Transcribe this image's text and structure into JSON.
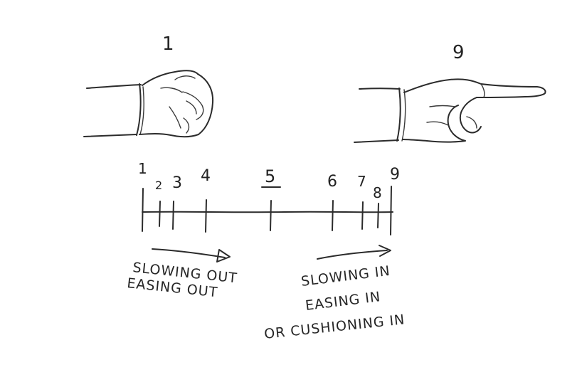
{
  "hands": {
    "start_frame": "1",
    "end_frame": "9"
  },
  "timeline": {
    "ticks": [
      "1",
      "2",
      "3",
      "4",
      "5",
      "6",
      "7",
      "8",
      "9"
    ]
  },
  "labels": {
    "left_line1": "SLOWING OUT",
    "left_line2": "EASING OUT",
    "right_line1": "SLOWING IN",
    "right_line2": "EASING IN",
    "right_line3": "OR CUSHIONING IN"
  }
}
